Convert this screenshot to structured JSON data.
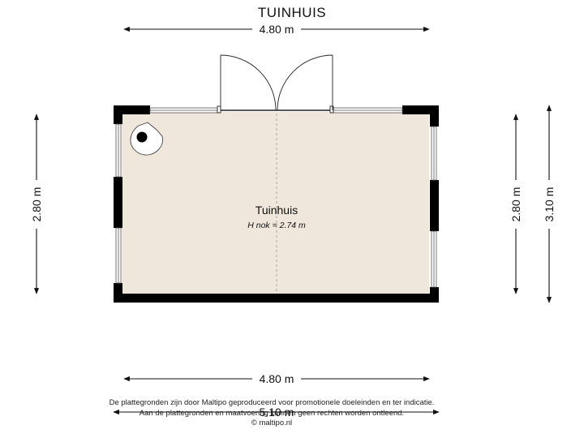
{
  "title": "TUINHUIS",
  "dimensions": {
    "top_width": "4.80 m",
    "bottom_inner": "4.80 m",
    "bottom_outer": "5.10 m",
    "left_height": "2.80 m",
    "right_inner_height": "2.80 m",
    "right_outer_height": "3.10 m"
  },
  "room": {
    "name": "Tuinhuis",
    "height_label": "H nok = 2.74 m"
  },
  "disclaimer": {
    "line1": "De plattegronden zijn door Maltipo geproduceerd voor promotionele doeleinden en ter indicatie.",
    "line2": "Aan de plattegronden en maatvoering kunnen geen rechten worden ontleend.",
    "line3": "© maltipo.nl"
  },
  "colors": {
    "floor": "#efe7db",
    "wall": "#000000",
    "line": "#111111"
  }
}
